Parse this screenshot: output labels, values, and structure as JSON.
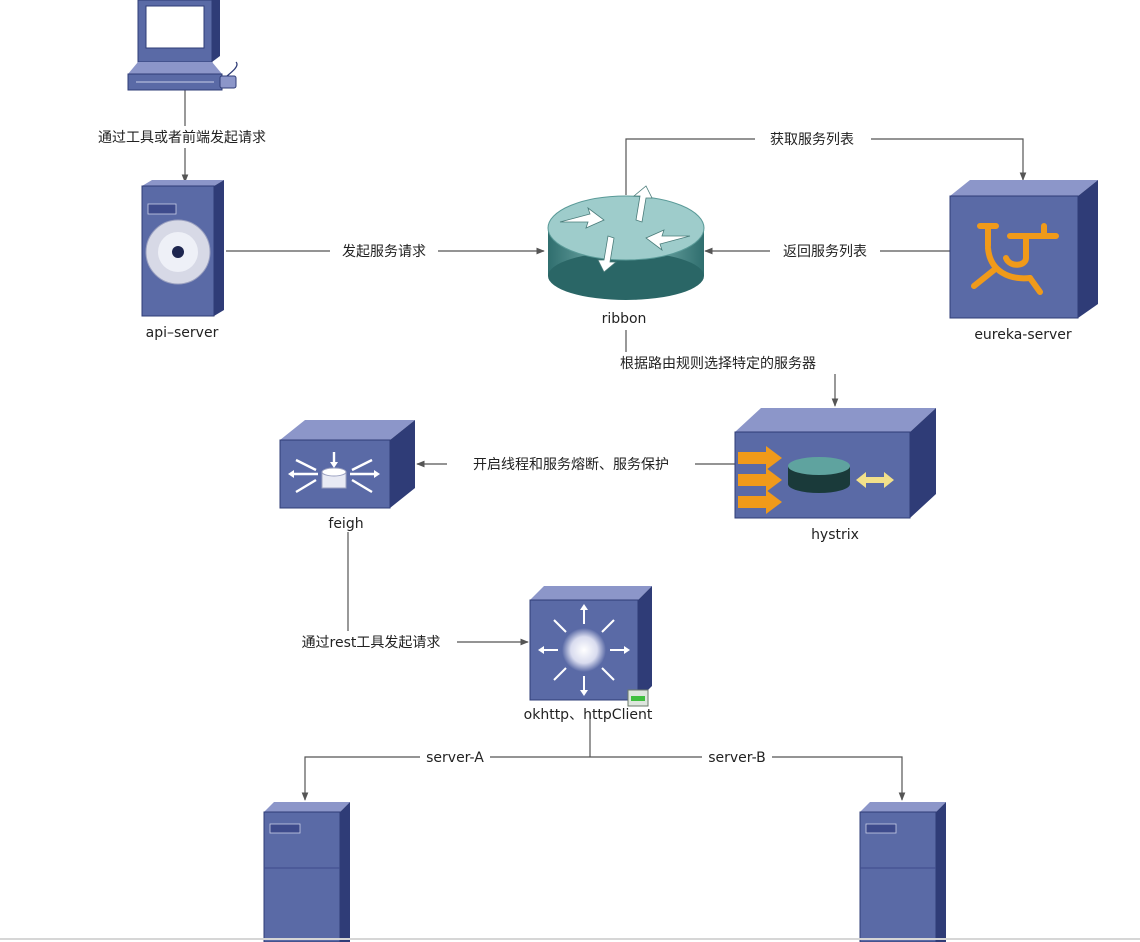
{
  "nodes": {
    "client": {
      "label": "",
      "icon": "desktop-computer-icon"
    },
    "api_server": {
      "label": "api–server",
      "icon": "server-cd-icon"
    },
    "ribbon": {
      "label": "ribbon",
      "icon": "router-icon"
    },
    "eureka": {
      "label": "eureka-server",
      "icon": "service-registry-icon"
    },
    "hystrix": {
      "label": "hystrix",
      "icon": "firewall-appliance-icon"
    },
    "feigh": {
      "label": "feigh",
      "icon": "switch-icon"
    },
    "okhttp": {
      "label": "okhttp、httpClient",
      "icon": "multilayer-switch-icon"
    },
    "server_a": {
      "label": "",
      "icon": "tower-server-icon"
    },
    "server_b": {
      "label": "",
      "icon": "tower-server-icon"
    }
  },
  "edges": {
    "client_to_api": "通过工具或者前端发起请求",
    "api_to_ribbon": "发起服务请求",
    "ribbon_to_eureka": "获取服务列表",
    "eureka_to_ribbon": "返回服务列表",
    "ribbon_to_hystrix": "根据路由规则选择特定的服务器",
    "hystrix_to_feigh": "开启线程和服务熔断、服务保护",
    "feigh_to_okhttp": "通过rest工具发起请求",
    "okhttp_to_server_a": "server-A",
    "okhttp_to_server_b": "server-B"
  },
  "colors": {
    "device_front": "#5a6aa6",
    "device_side": "#2f3c77",
    "device_top": "#8c96c9",
    "accent_orange": "#f09a1a",
    "line": "#555555"
  }
}
